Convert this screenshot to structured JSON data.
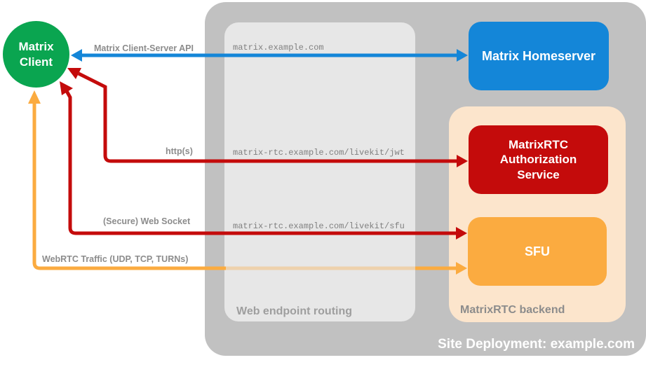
{
  "client": {
    "label": "Matrix Client"
  },
  "homeserver": {
    "label": "Matrix Homeserver"
  },
  "backend": {
    "label": "MatrixRTC backend",
    "auth_label": "MatrixRTC Authorization Service",
    "sfu_label": "SFU"
  },
  "routing": {
    "label": "Web endpoint routing",
    "endpoints": [
      "matrix.example.com",
      "matrix-rtc.example.com/livekit/jwt",
      "matrix-rtc.example.com/livekit/sfu"
    ]
  },
  "connections": [
    {
      "label": "Matrix Client-Server API",
      "color": "#1486d8",
      "from": "Matrix Client",
      "to": "Matrix Homeserver"
    },
    {
      "label": "http(s)",
      "color": "#c40b0b",
      "from": "Matrix Client",
      "to": "MatrixRTC Authorization Service"
    },
    {
      "label": "(Secure) Web Socket",
      "color": "#c40b0b",
      "from": "Matrix Client",
      "to": "SFU"
    },
    {
      "label": "WebRTC Traffic (UDP, TCP, TURNs)",
      "color": "#fbab40",
      "from": "Matrix Client",
      "to": "SFU"
    }
  ],
  "footer": {
    "title": "Site Deployment: example.com"
  },
  "colors": {
    "client_green": "#0aa550",
    "homeserver_blue": "#1486d8",
    "auth_red": "#c40b0b",
    "sfu_orange": "#fbab40",
    "backend_peach": "#fce5cc",
    "site_gray": "#c1c1c1",
    "routing_gray": "#e7e7e7"
  }
}
